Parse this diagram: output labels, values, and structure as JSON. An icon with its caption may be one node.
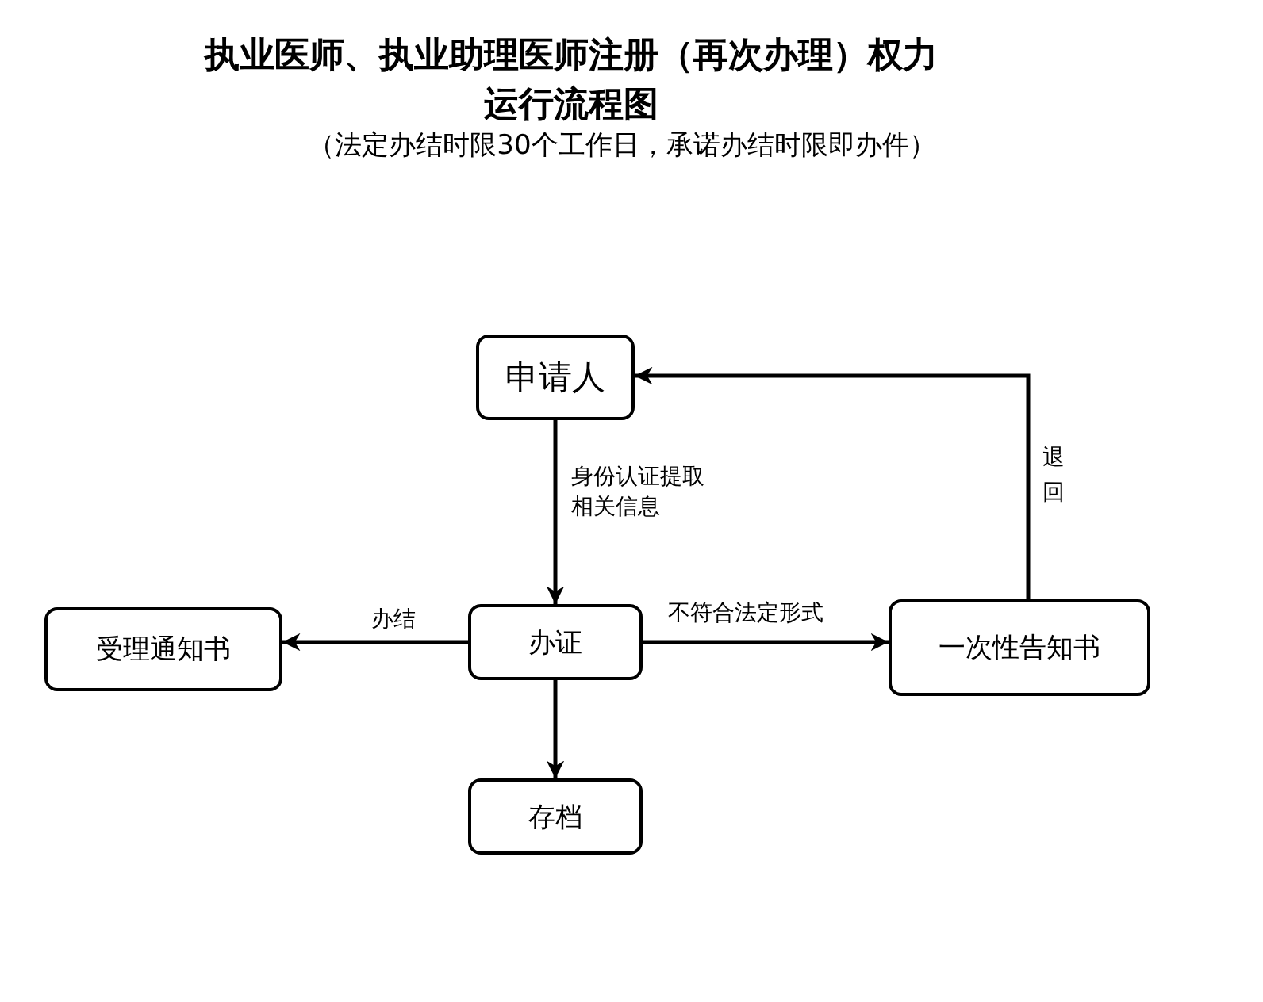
{
  "diagram": {
    "title": "执业医师、执业助理医师注册（再次办理）权力运行流程图",
    "nodes": [
      {
        "text": [
          "申请人"
        ]
      },
      {
        "text": [
          "办证"
        ]
      },
      {
        "text": [
          "受理通知书"
        ]
      },
      {
        "text": [
          "一次性告知书"
        ]
      },
      {
        "text": [
          "存档"
        ]
      }
    ],
    "edges": [
      {
        "from": 0,
        "to": 1,
        "arrow": "to",
        "label": "身份认证提取相关信息"
      },
      {
        "from": 1,
        "to": 2,
        "arrow": "to",
        "label": "办结"
      },
      {
        "from": 1,
        "to": 3,
        "arrow": "to",
        "label": "不符合法定形式"
      },
      {
        "from": 1,
        "to": 4,
        "arrow": "to"
      },
      {
        "from": 3,
        "to": 0,
        "arrow": "to",
        "label": "退回"
      }
    ],
    "labels": [
      "（法定办结时限30个工作日，承诺办结时限即办件）"
    ]
  }
}
